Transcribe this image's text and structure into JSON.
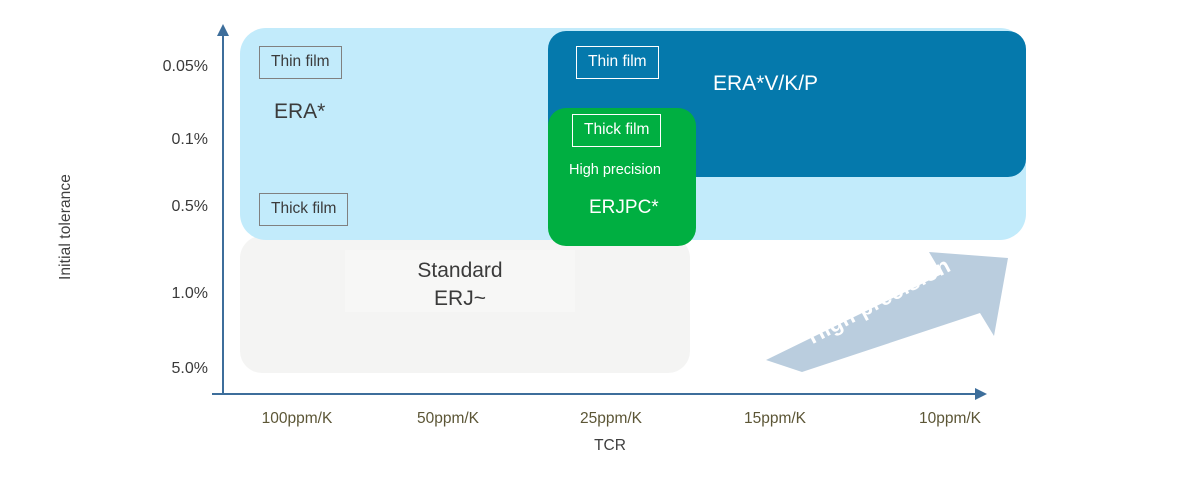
{
  "chart_data": {
    "type": "scatter",
    "title": "",
    "xlabel": "TCR",
    "ylabel": "Initial tolerance",
    "x_ticks": [
      "100ppm/K",
      "50ppm/K",
      "25ppm/K",
      "15ppm/K",
      "10ppm/K"
    ],
    "y_ticks": [
      "0.05%",
      "0.1%",
      "0.5%",
      "1.0%",
      "5.0%"
    ],
    "grid": false,
    "legend_position": "none",
    "annotations": [
      "High precision"
    ],
    "regions": [
      {
        "name": "standard-erj",
        "label": "Standard\nERJ~",
        "color": "#F4F4F3",
        "x_range": [
          "100ppm/K",
          "25ppm/K"
        ],
        "y_range": [
          "0.5%",
          "5.0%"
        ]
      },
      {
        "name": "era-thin-film",
        "label": "ERA*",
        "tags": [
          "Thin film",
          "Thick film"
        ],
        "color": "#C2EBFB",
        "x_range": [
          "100ppm/K",
          "10ppm/K"
        ],
        "y_range": [
          "0.05%",
          "0.5%"
        ]
      },
      {
        "name": "era-vkp",
        "label": "ERA*V/K/P",
        "tags": [
          "Thin film"
        ],
        "color": "#0579AC",
        "x_range": [
          "25ppm/K",
          "10ppm/K"
        ],
        "y_range": [
          "0.05%",
          "0.1%"
        ]
      },
      {
        "name": "erjpc-high-precision",
        "label": "ERJPC*",
        "sublabel": "High precision",
        "tags": [
          "Thick film"
        ],
        "color": "#00AF41",
        "x_range": [
          "25ppm/K",
          "25ppm/K"
        ],
        "y_range": [
          "0.1%",
          "0.5%"
        ]
      }
    ]
  },
  "axes": {
    "y_title": "Initial tolerance",
    "x_title": "TCR",
    "y_ticks": [
      "0.05%",
      "0.1%",
      "0.5%",
      "1.0%",
      "5.0%"
    ],
    "x_ticks": [
      "100ppm/K",
      "50ppm/K",
      "25ppm/K",
      "15ppm/K",
      "10ppm/K"
    ],
    "axis_color": "#3D6E9B",
    "x_tick_color": "#5C5636",
    "y_tick_color": "#3a3a3a"
  },
  "regions": {
    "light_blue": {
      "product": "ERA*",
      "tag_thin_film": "Thin film",
      "tag_thick_film": "Thick film",
      "color": "#C2EBFB"
    },
    "dark_blue": {
      "product": "ERA*V/K/P",
      "tag_thin_film": "Thin film",
      "color": "#0579AC"
    },
    "green": {
      "product": "ERJPC*",
      "sublabel": "High precision",
      "tag_thick_film": "Thick film",
      "color": "#00AF41"
    },
    "gray": {
      "product_line1": "Standard",
      "product_line2": "ERJ~",
      "color": "#F4F4F3"
    }
  },
  "arrow": {
    "label": "High precision",
    "color": "#BACDDE"
  }
}
